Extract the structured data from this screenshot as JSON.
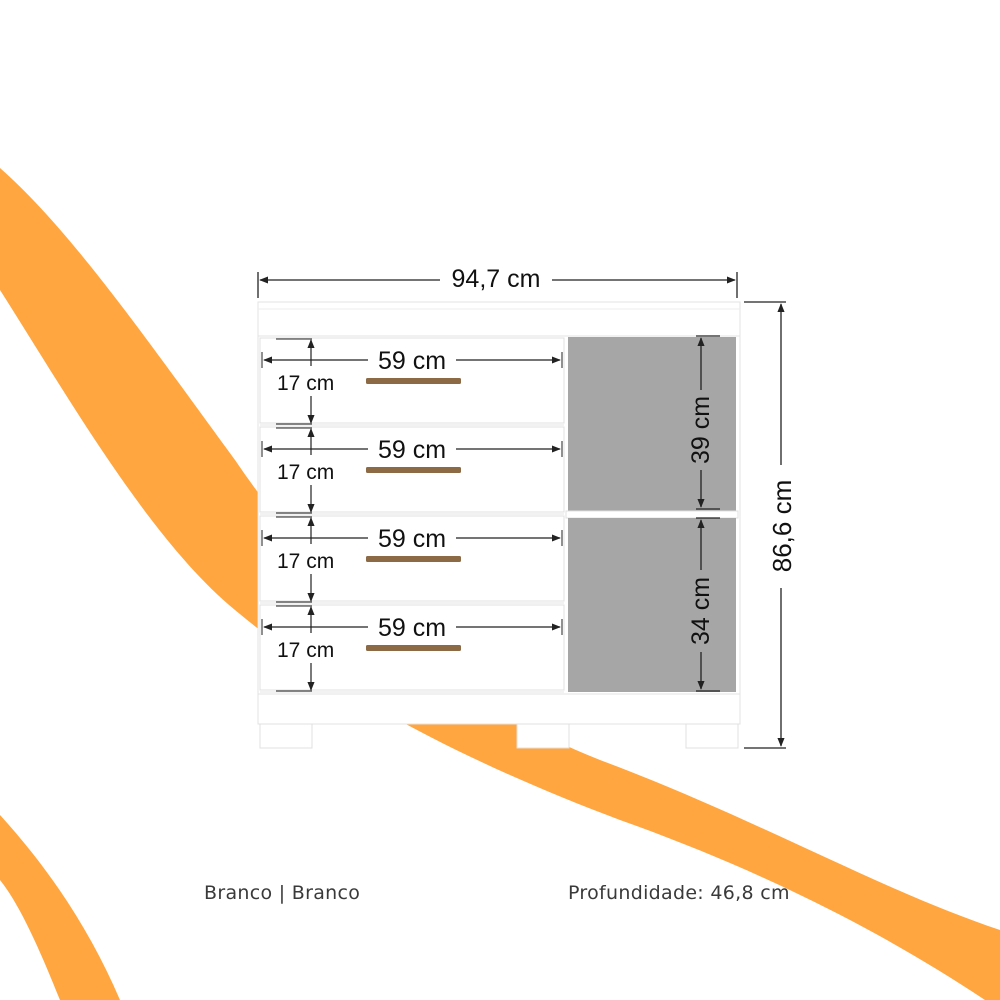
{
  "dimensions": {
    "width": "94,7 cm",
    "height": "86,6 cm",
    "drawer_width": "59 cm",
    "drawer_height": "17 cm",
    "niche_upper": "39 cm",
    "niche_lower": "34 cm"
  },
  "drawers": [
    {
      "width_label": "59 cm",
      "height_label": "17 cm"
    },
    {
      "width_label": "59 cm",
      "height_label": "17 cm"
    },
    {
      "width_label": "59 cm",
      "height_label": "17 cm"
    },
    {
      "width_label": "59 cm",
      "height_label": "17 cm"
    }
  ],
  "captions": {
    "color": "Branco | Branco",
    "depth": "Profundidade: 46,8 cm"
  },
  "colors": {
    "accent_swoosh": "#FFA640",
    "cabinet_white": "#FFFFFF",
    "cabinet_edge": "#DDDDDD",
    "niche_interior": "#A6A6A6",
    "handle": "#8B6A45",
    "dimension_line": "#222222"
  }
}
